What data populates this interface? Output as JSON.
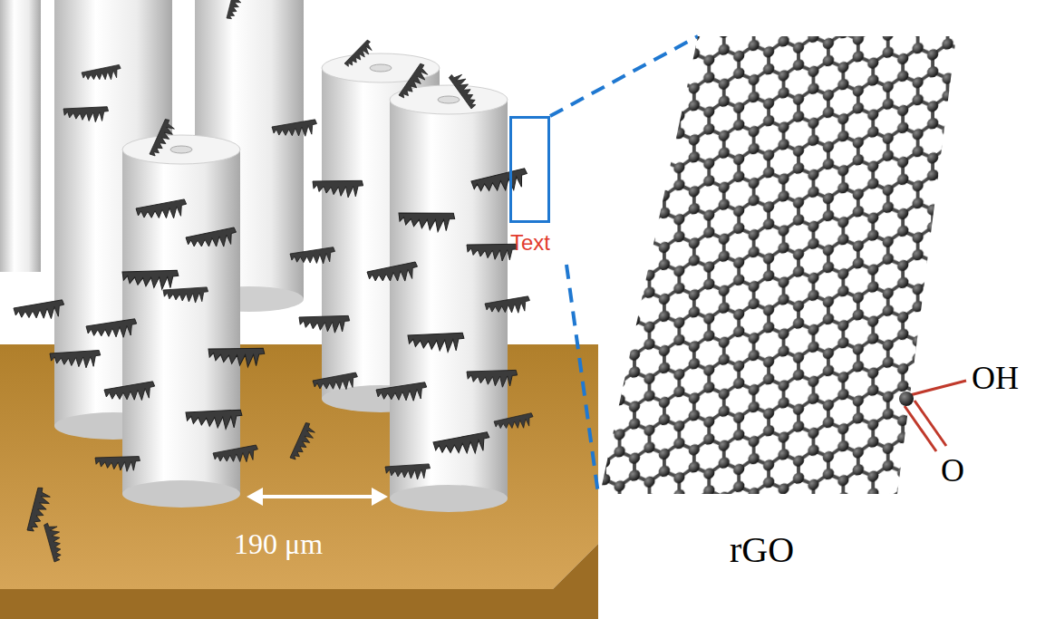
{
  "diagram": {
    "nodes": [
      {
        "text": [
          "Text"
        ]
      }
    ],
    "labels": [
      "190 μm",
      "rGO",
      "OH",
      "O"
    ]
  }
}
